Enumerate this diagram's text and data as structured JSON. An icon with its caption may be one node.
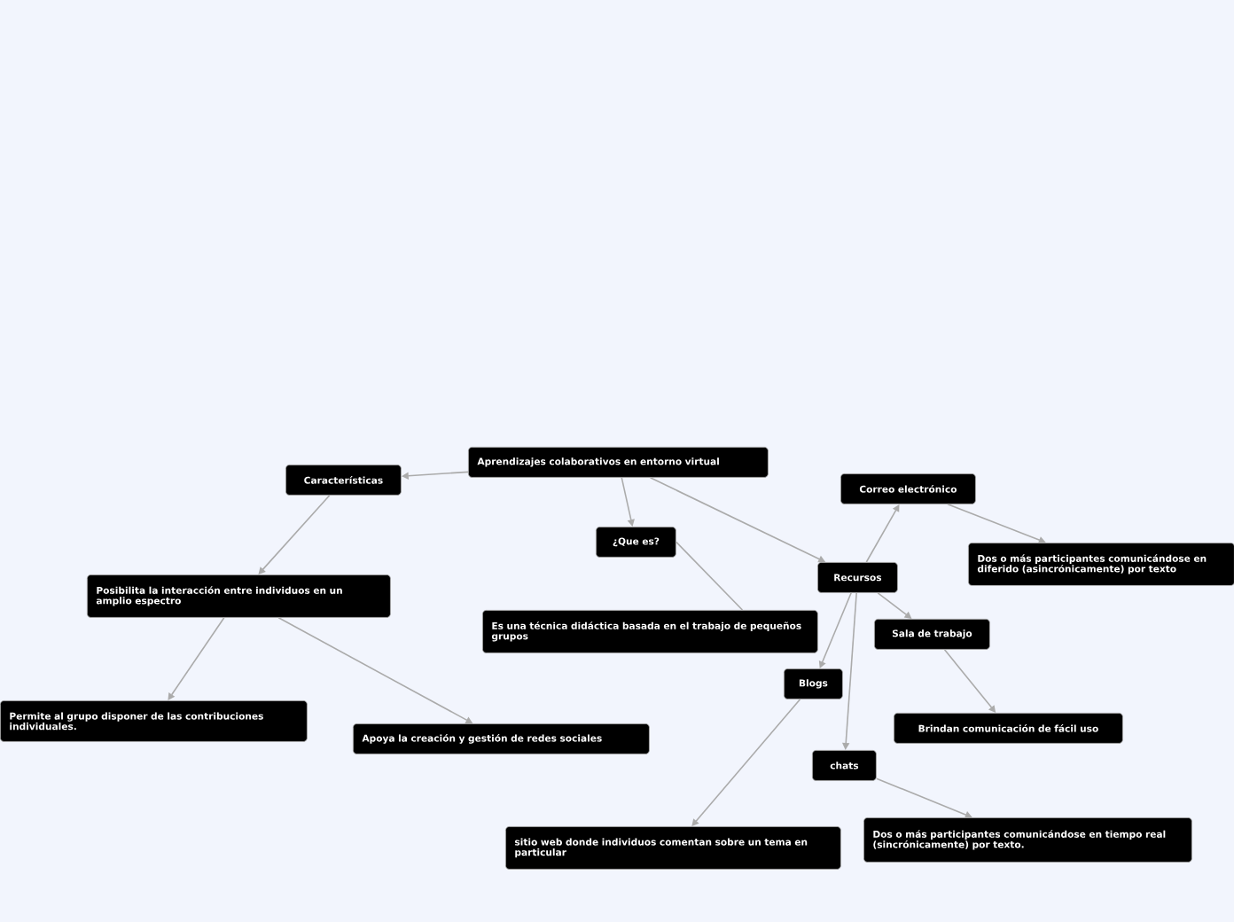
{
  "diagram": {
    "nodes": [
      {
        "text": [
          "Aprendizajes colaborativos en entorno virtual"
        ]
      },
      {
        "text": [
          "Características"
        ]
      },
      {
        "text": [
          "¿Que es?"
        ]
      },
      {
        "text": [
          "Es una técnica didáctica basada en el trabajo de pequeños grupos"
        ]
      },
      {
        "text": [
          "Recursos"
        ]
      },
      {
        "text": [
          "Posibilita la interacción entre individuos en un amplio espectro"
        ]
      },
      {
        "text": [
          "Permite al grupo disponer de las contribuciones individuales."
        ]
      },
      {
        "text": [
          "Apoya la creación y gestión de redes sociales"
        ]
      },
      {
        "text": [
          "Correo electrónico"
        ]
      },
      {
        "text": [
          "Dos o más participantes comunicándose en diferido (asincrónicamente) por texto"
        ]
      },
      {
        "text": [
          "Sala de trabajo"
        ]
      },
      {
        "text": [
          "Blogs"
        ]
      },
      {
        "text": [
          "Brindan comunicación de fácil uso"
        ]
      },
      {
        "text": [
          "chats"
        ]
      },
      {
        "text": [
          "sitio web donde individuos comentan sobre un tema en particular"
        ]
      },
      {
        "text": [
          "Dos o más participantes comunicándose en tiempo real (sincrónicamente) por texto."
        ]
      }
    ],
    "edges": [
      {
        "from": 0,
        "to": 1,
        "arrow": "to"
      },
      {
        "from": 0,
        "to": 2,
        "arrow": "to"
      },
      {
        "from": 0,
        "to": 4,
        "arrow": "to"
      },
      {
        "from": 2,
        "to": 3,
        "arrow": "none"
      },
      {
        "from": 1,
        "to": 5,
        "arrow": "to"
      },
      {
        "from": 5,
        "to": 6,
        "arrow": "to"
      },
      {
        "from": 5,
        "to": 7,
        "arrow": "to"
      },
      {
        "from": 4,
        "to": 8,
        "arrow": "to"
      },
      {
        "from": 8,
        "to": 9,
        "arrow": "to"
      },
      {
        "from": 4,
        "to": 10,
        "arrow": "to"
      },
      {
        "from": 4,
        "to": 11,
        "arrow": "to"
      },
      {
        "from": 4,
        "to": 13,
        "arrow": "to"
      },
      {
        "from": 10,
        "to": 12,
        "arrow": "to"
      },
      {
        "from": 11,
        "to": 14,
        "arrow": "to"
      },
      {
        "from": 13,
        "to": 15,
        "arrow": "to"
      }
    ]
  }
}
